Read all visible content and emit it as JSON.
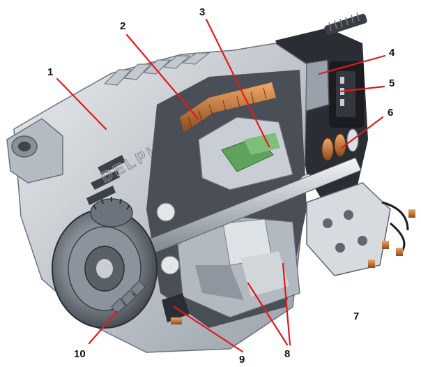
{
  "diagram": {
    "image_subject": "alternator-cutaway-illustration",
    "brand_text": "DELPHI",
    "colors": {
      "leader_line": "#e0191d",
      "metal_light": "#dde1e6",
      "metal_mid": "#a9b0b9",
      "metal_dark": "#5f6670",
      "shadow": "#2a2d33",
      "copper": "#c8732e",
      "green_core": "#5fa25d",
      "black_plastic": "#1b1c20"
    },
    "labels": [
      {
        "id": "1",
        "text": "1"
      },
      {
        "id": "2",
        "text": "2"
      },
      {
        "id": "3",
        "text": "3"
      },
      {
        "id": "4",
        "text": "4"
      },
      {
        "id": "5",
        "text": "5"
      },
      {
        "id": "6",
        "text": "6"
      },
      {
        "id": "7",
        "text": "7"
      },
      {
        "id": "8",
        "text": "8"
      },
      {
        "id": "9",
        "text": "9"
      },
      {
        "id": "10",
        "text": "10"
      }
    ]
  }
}
